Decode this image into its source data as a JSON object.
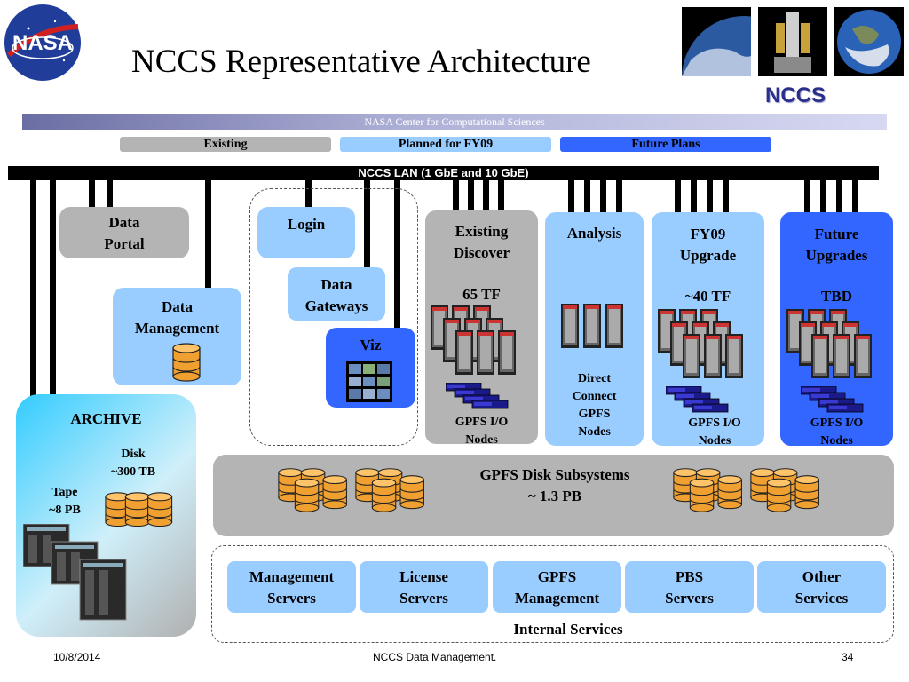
{
  "header": {
    "title": "NCCS Representative Architecture",
    "logo_text": "NASA",
    "brand": "NCCS",
    "banner": "NASA Center for Computational Sciences"
  },
  "legend": {
    "existing": "Existing",
    "planned": "Planned for FY09",
    "future": "Future Plans"
  },
  "lan": {
    "label": "NCCS LAN (1 GbE and 10 GbE)"
  },
  "boxes": {
    "data_portal": {
      "line1": "Data",
      "line2": "Portal"
    },
    "data_management": {
      "line1": "Data",
      "line2": "Management"
    },
    "login": {
      "label": "Login"
    },
    "data_gateways": {
      "line1": "Data",
      "line2": "Gateways"
    },
    "viz": {
      "label": "Viz"
    },
    "existing_discover": {
      "line1": "Existing",
      "line2": "Discover",
      "capacity": "65 TF",
      "nodes1": "GPFS I/O",
      "nodes2": "Nodes"
    },
    "analysis": {
      "label": "Analysis",
      "d1": "Direct",
      "d2": "Connect",
      "d3": "GPFS",
      "d4": "Nodes"
    },
    "fy09": {
      "line1": "FY09",
      "line2": "Upgrade",
      "capacity": "~40 TF",
      "nodes1": "GPFS I/O",
      "nodes2": "Nodes"
    },
    "future": {
      "line1": "Future",
      "line2": "Upgrades",
      "capacity": "TBD",
      "nodes1": "GPFS I/O",
      "nodes2": "Nodes"
    }
  },
  "archive": {
    "title": "ARCHIVE",
    "disk1": "Disk",
    "disk2": "~300 TB",
    "tape1": "Tape",
    "tape2": "~8 PB"
  },
  "gpfs_disk": {
    "line1": "GPFS Disk Subsystems",
    "line2": "~ 1.3 PB"
  },
  "internal_services": {
    "title": "Internal Services",
    "items": [
      {
        "line1": "Management",
        "line2": "Servers"
      },
      {
        "line1": "License",
        "line2": "Servers"
      },
      {
        "line1": "GPFS",
        "line2": "Management"
      },
      {
        "line1": "PBS",
        "line2": "Servers"
      },
      {
        "line1": "Other",
        "line2": "Services"
      }
    ]
  },
  "footer": {
    "date": "10/8/2014",
    "center": "NCCS Data Management.",
    "page": "34"
  },
  "colors": {
    "existing": "#b4b4b4",
    "planned": "#99ccff",
    "future": "#3366ff",
    "disk": "#f0a030"
  }
}
